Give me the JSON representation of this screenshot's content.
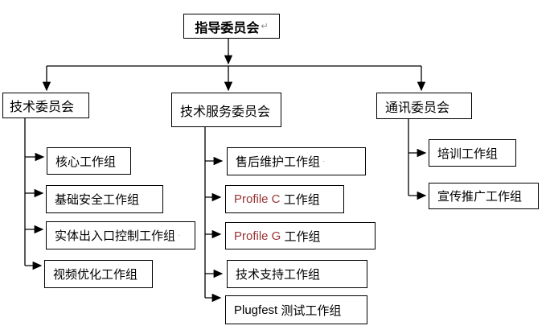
{
  "colors": {
    "background": "#ffffff",
    "line": "#000000",
    "box_border": "#000000",
    "text": "#000000",
    "profile_highlight_text": "#993333",
    "return_mark": "#8a8a8a"
  },
  "org_chart": {
    "type": "org-tree",
    "root": {
      "label": "指导委员会",
      "return_mark": "↵"
    },
    "committees": [
      {
        "label": "技术委员会",
        "groups": [
          {
            "label": "核心工作组"
          },
          {
            "label": "基础安全工作组"
          },
          {
            "label": "实体出入口控制工作组",
            "suffix": "·"
          },
          {
            "label": "视频优化工作组"
          }
        ]
      },
      {
        "label": "技术服务委员会",
        "groups": [
          {
            "label": "售后维护工作组",
            "suffix": "·"
          },
          {
            "label_en": "Profile C",
            "label_zh": " 工作组"
          },
          {
            "label_en": "Profile G",
            "label_zh": " 工作组"
          },
          {
            "label": "技术支持工作组"
          },
          {
            "label_en": "Plugfest",
            "label_zh": " 测试工作组"
          }
        ]
      },
      {
        "label": "通讯委员会",
        "groups": [
          {
            "label": "培训工作组"
          },
          {
            "label": "宣传推广工作组"
          }
        ]
      }
    ]
  }
}
